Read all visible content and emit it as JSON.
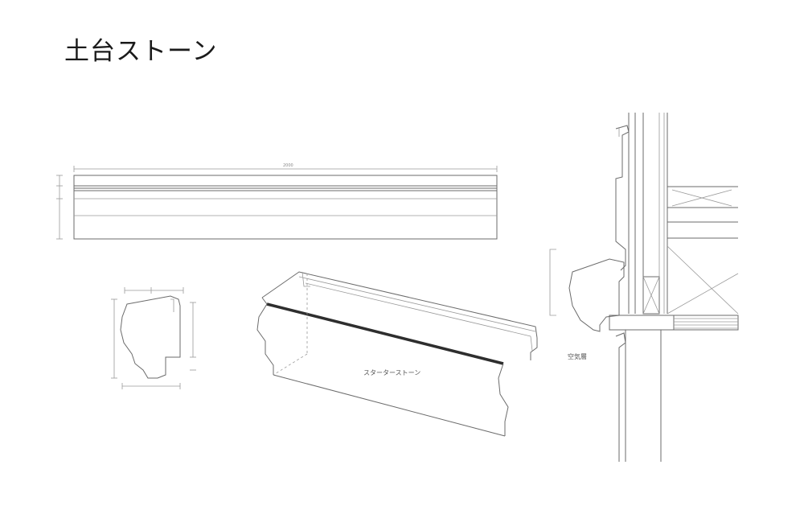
{
  "page": {
    "title": "土台ストーン"
  },
  "labels": {
    "stone_name": "スターターストーン",
    "section_note": "空気層"
  },
  "colors": {
    "line": "#6b6b6b",
    "accent_dark": "#2e2e2e",
    "background": "#ffffff"
  }
}
